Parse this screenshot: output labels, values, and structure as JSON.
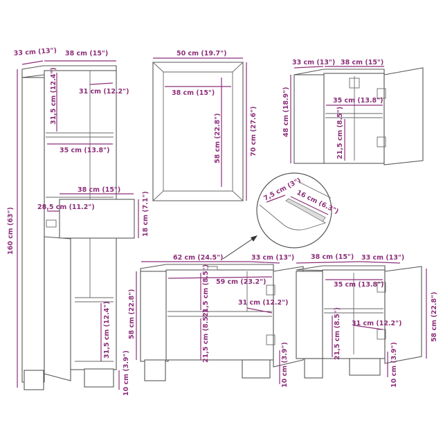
{
  "colors": {
    "dimension": "#8c2f7a",
    "outline": "#555555"
  },
  "tall_cabinet": {
    "depth": "33 cm (13\")",
    "width": "38 cm (15\")",
    "shelf_height_top": "31,5 cm (12.4\")",
    "shelf_depth": "31 cm (12.2\")",
    "inner_width": "35 cm (13.8\")",
    "drawer_width": "38 cm (15\")",
    "drawer_depth": "28,5 cm (11.2\")",
    "drawer_height": "18 cm (7.1\")",
    "total_height": "160 cm (63\")",
    "shelf_height_bottom": "31,5 cm (12.4\")",
    "leg_height": "10 cm (3.9\")"
  },
  "mirror": {
    "width": "50 cm (19.7\")",
    "inner_width": "38 cm (15\")",
    "inner_height": "58 cm (22.8\")",
    "height": "70 cm (27.6\")"
  },
  "wall_cabinet": {
    "depth": "33 cm (13\")",
    "width": "38 cm (15\")",
    "height": "48 cm (18.9\")",
    "inner_width": "35 cm (13.8\")",
    "shelf_height": "21,5 cm (8.5\")"
  },
  "sink_detail": {
    "cutout_depth": "7,5 cm (3\")",
    "cutout_width": "16 cm (6.3\")"
  },
  "sink_cabinet": {
    "width": "62 cm (24.5\")",
    "depth": "33 cm (13\")",
    "height": "58 cm (22.8\")",
    "inner_width": "59 cm (23.2\")",
    "shelf_height_top": "21,5 cm (8.5\")",
    "shelf_depth": "31 cm (12.2\")",
    "shelf_height_bottom": "21,5 cm (8.5\")",
    "leg_height": "10 cm (3.9\")"
  },
  "small_cabinet": {
    "width": "38 cm (15\")",
    "depth": "33 cm (13\")",
    "inner_width": "35 cm (13.8\")",
    "shelf_depth": "31 cm (12.2\")",
    "shelf_height": "21,5 cm (8.5\")",
    "height": "58 cm (22.8\")",
    "leg_height": "10 cm (3.9\")"
  }
}
